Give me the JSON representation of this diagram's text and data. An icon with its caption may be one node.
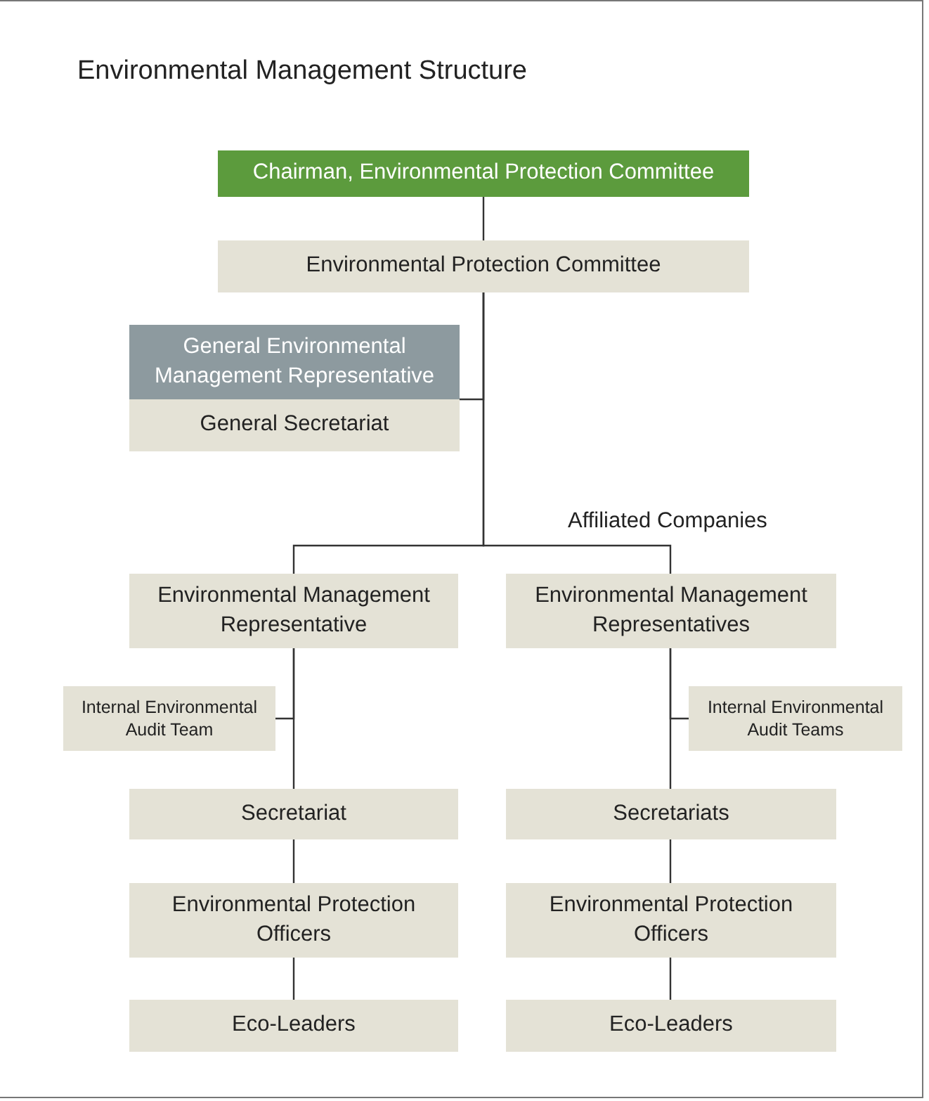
{
  "diagram": {
    "title": "Environmental Management Structure",
    "nodes": [
      {
        "text": [
          "Chairman, Environmental Protection Committee"
        ]
      },
      {
        "text": [
          "Environmental Protection Committee"
        ]
      },
      {
        "text": [
          "General Environmental Management Representative"
        ]
      },
      {
        "text": [
          "General Secretariat"
        ]
      },
      {
        "text": [
          "Environmental Management Representative"
        ]
      },
      {
        "text": [
          "Environmental Management Representatives"
        ]
      },
      {
        "text": [
          "Internal Environmental Audit Team"
        ]
      },
      {
        "text": [
          "Secretariat"
        ]
      },
      {
        "text": [
          "Environmental Protection Officers"
        ]
      },
      {
        "text": [
          "Eco-Leaders"
        ]
      },
      {
        "text": [
          "Internal Environmental Audit Teams"
        ]
      },
      {
        "text": [
          "Secretariats"
        ]
      },
      {
        "text": [
          "Environmental Protection Officers"
        ]
      },
      {
        "text": [
          "Eco-Leaders"
        ]
      }
    ],
    "edges": [
      {
        "from": 0,
        "to": 1,
        "arrow": "none"
      },
      {
        "from": 1,
        "to": 2,
        "arrow": "none"
      },
      {
        "from": 1,
        "to": 4,
        "arrow": "none"
      },
      {
        "from": 1,
        "to": 5,
        "arrow": "none"
      },
      {
        "from": 4,
        "to": 7,
        "arrow": "none"
      },
      {
        "from": 6,
        "to": 4,
        "arrow": "none"
      },
      {
        "from": 7,
        "to": 8,
        "arrow": "none"
      },
      {
        "from": 8,
        "to": 9,
        "arrow": "none"
      },
      {
        "from": 5,
        "to": 11,
        "arrow": "none"
      },
      {
        "from": 10,
        "to": 5,
        "arrow": "none"
      },
      {
        "from": 11,
        "to": 12,
        "arrow": "none"
      },
      {
        "from": 12,
        "to": 13,
        "arrow": "none"
      }
    ],
    "labels": [
      "Affiliated Companies"
    ]
  }
}
